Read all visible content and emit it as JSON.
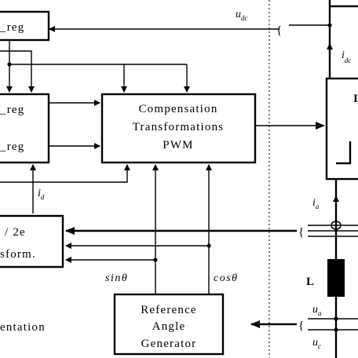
{
  "blocks": {
    "top_reg": "_reg",
    "mid_reg_1": "_reg",
    "mid_reg_2": "_reg",
    "compensation": [
      "Compensation",
      "Transformations",
      "PWM"
    ],
    "transform": [
      "/ 2e",
      "sform."
    ],
    "reference": [
      "Reference",
      "Angle",
      "Generator"
    ],
    "orientation_text": "entation",
    "right_block_letter": "I"
  },
  "signals": {
    "u_dc": {
      "main": "u",
      "sub": "dc"
    },
    "i_dc": {
      "main": "i",
      "sub": "dc"
    },
    "i_d": {
      "main": "i",
      "sub": "d"
    },
    "i_a": {
      "main": "i",
      "sub": "a"
    },
    "u_a": {
      "main": "u",
      "sub": "a"
    },
    "u_c": {
      "main": "u",
      "sub": "c"
    },
    "sin_theta": "sinθ",
    "cos_theta": "cosθ",
    "inductor": "L"
  },
  "braces": [
    "{",
    "{",
    "{"
  ]
}
